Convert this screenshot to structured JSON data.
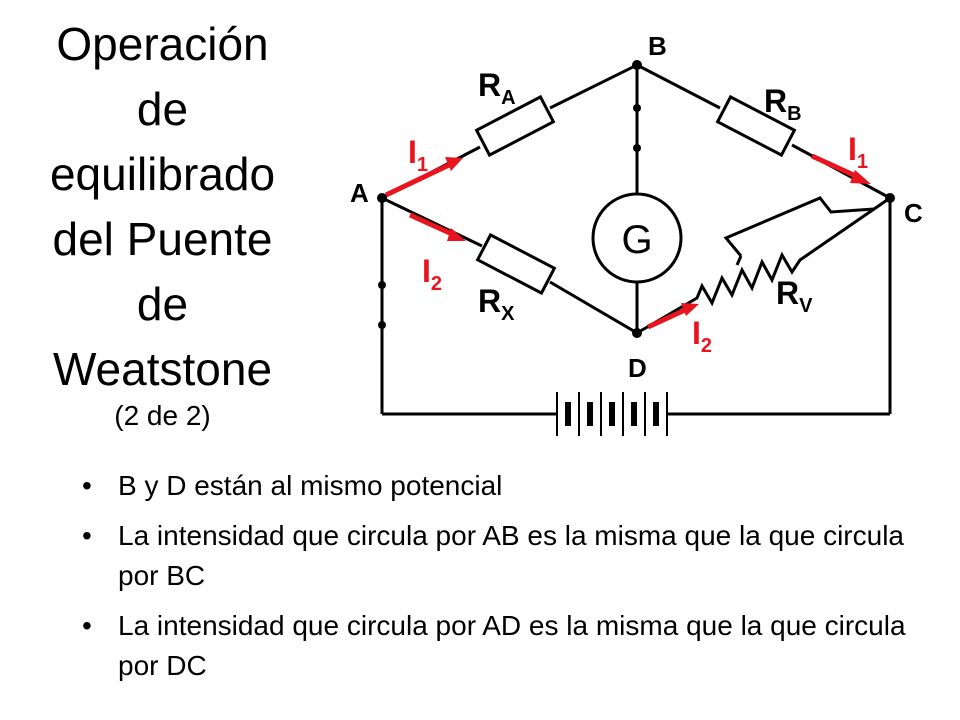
{
  "title_lines": [
    "Operación",
    "de",
    "equilibrado",
    "del Puente",
    "de",
    "Weatstone"
  ],
  "subtitle": "(2 de 2)",
  "diagram": {
    "nodes": {
      "A": "A",
      "B": "B",
      "C": "C",
      "D": "D"
    },
    "galvanometer": "G",
    "resistors": [
      {
        "letter": "R",
        "sub": "A"
      },
      {
        "letter": "R",
        "sub": "B"
      },
      {
        "letter": "R",
        "sub": "X"
      },
      {
        "letter": "R",
        "sub": "V"
      }
    ],
    "currents": [
      {
        "letter": "I",
        "sub": "1"
      },
      {
        "letter": "I",
        "sub": "1"
      },
      {
        "letter": "I",
        "sub": "2"
      },
      {
        "letter": "I",
        "sub": "2"
      }
    ],
    "accent_color": "#e8141e"
  },
  "bullets": [
    "B y D están al mismo potencial",
    "La intensidad que circula por AB es la misma que la que circula por BC",
    "La intensidad que circula por AD es la misma que la que circula por DC"
  ]
}
